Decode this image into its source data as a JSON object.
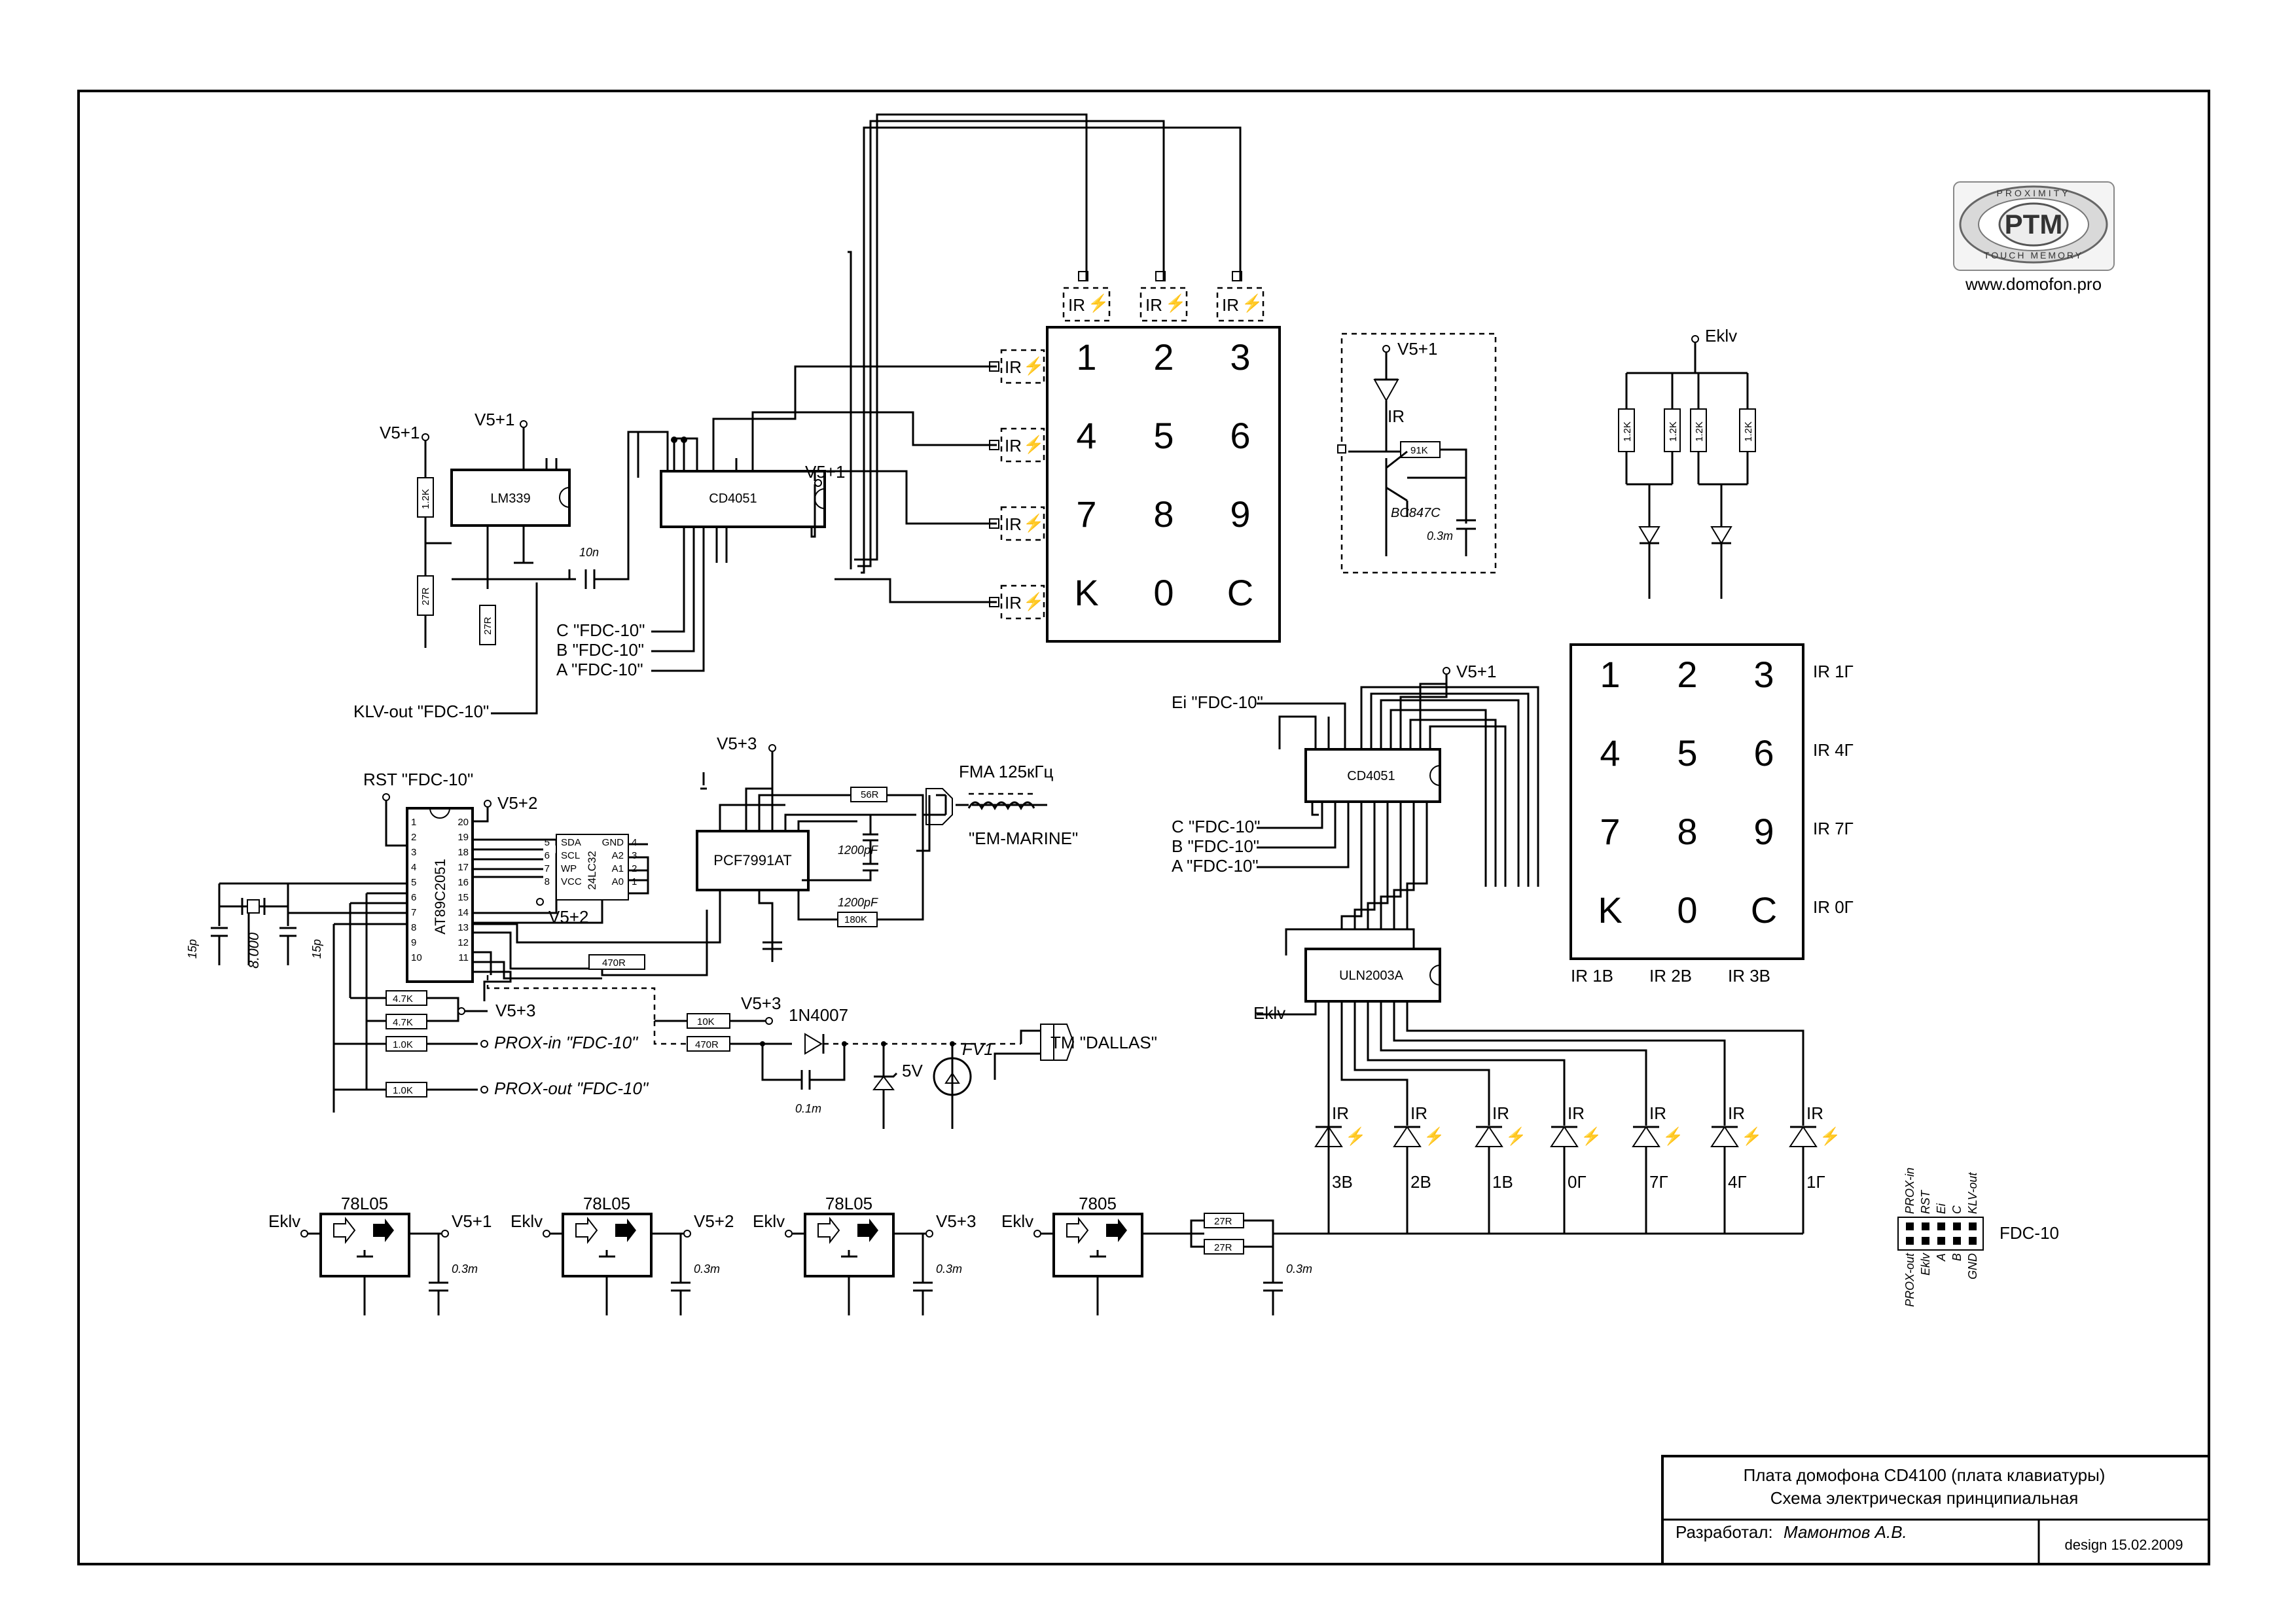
{
  "logo": {
    "brand": "PTM",
    "ring_top": "PROXIMITY",
    "ring_bottom": "TOUCH MEMORY",
    "url": "www.domofon.pro"
  },
  "keypad_upper": {
    "keys": [
      "1",
      "2",
      "3",
      "4",
      "5",
      "6",
      "7",
      "8",
      "9",
      "K",
      "0",
      "C"
    ],
    "ir_label": "IR"
  },
  "keypad_lower": {
    "keys": [
      "1",
      "2",
      "3",
      "4",
      "5",
      "6",
      "7",
      "8",
      "9",
      "K",
      "0",
      "C"
    ],
    "row_labels": [
      "IR 1Г",
      "IR 4Г",
      "IR 7Г",
      "IR 0Г"
    ],
    "col_labels": [
      "IR 1В",
      "IR 2В",
      "IR 3В"
    ]
  },
  "ics": {
    "lm339": "LM339",
    "cd4051_a": "CD4051",
    "cd4051_b": "CD4051",
    "at89": "AT89C2051",
    "eeprom": "24LC32",
    "pcf": "PCF7991AT",
    "uln": "ULN2003A",
    "transistor": "BC847C"
  },
  "eeprom_pins": [
    "SDA",
    "SCL",
    "WP",
    "VCC",
    "GND",
    "A2",
    "A1",
    "A0"
  ],
  "supplies": {
    "v51": "V5+1",
    "v52": "V5+2",
    "v53": "V5+3",
    "eklv": "Eklv"
  },
  "components": {
    "r12k": "1.2K",
    "r27": "27R",
    "c10n": "10n",
    "r91k": "91K",
    "c03m": "0.3m",
    "r56": "56R",
    "c1200": "1200pF",
    "r180k": "180K",
    "r470": "470R",
    "r47k": "4.7K",
    "r10k": "1.0K",
    "r10k_b": "10K",
    "d1n4007": "1N4007",
    "c01m": "0.1m",
    "zener": "5V",
    "fv1": "FV1",
    "c15p": "15p",
    "xtal": "8.000",
    "ir": "IR",
    "r12k_b": "1.2K",
    "reg_78l05": "78L05",
    "reg_7805": "7805",
    "r27_b": "27R"
  },
  "signals": {
    "c_fdc": "C \"FDC-10\"",
    "b_fdc": "B \"FDC-10\"",
    "a_fdc": "A \"FDC-10\"",
    "klv_out": "KLV-out \"FDC-10\"",
    "rst": "RST \"FDC-10\"",
    "ei": "Ei \"FDC-10\"",
    "prox_in": "PROX-in \"FDC-10\"",
    "prox_out": "PROX-out \"FDC-10\"",
    "fma": "FMA 125кГц",
    "em": "\"EM-MARINE\"",
    "tm": "TM \"DALLAS\""
  },
  "led_labels": [
    "3В",
    "2В",
    "1В",
    "0Г",
    "7Г",
    "4Г",
    "1Г"
  ],
  "fdc10": {
    "name": "FDC-10",
    "top_pins": [
      "PROX-in",
      "RST",
      "Ei",
      "C",
      "KLV-out"
    ],
    "bottom_pins": [
      "PROX-out",
      "Eklv",
      "A",
      "B",
      "GND"
    ]
  },
  "title_block": {
    "line1": "Плата домофона  CD4100 (плата клавиатуры)",
    "line2": "Схема электрическая принципиальная",
    "author_label": "Разработал:",
    "author": "Мамонтов А.В.",
    "design": "design 15.02.2009"
  }
}
